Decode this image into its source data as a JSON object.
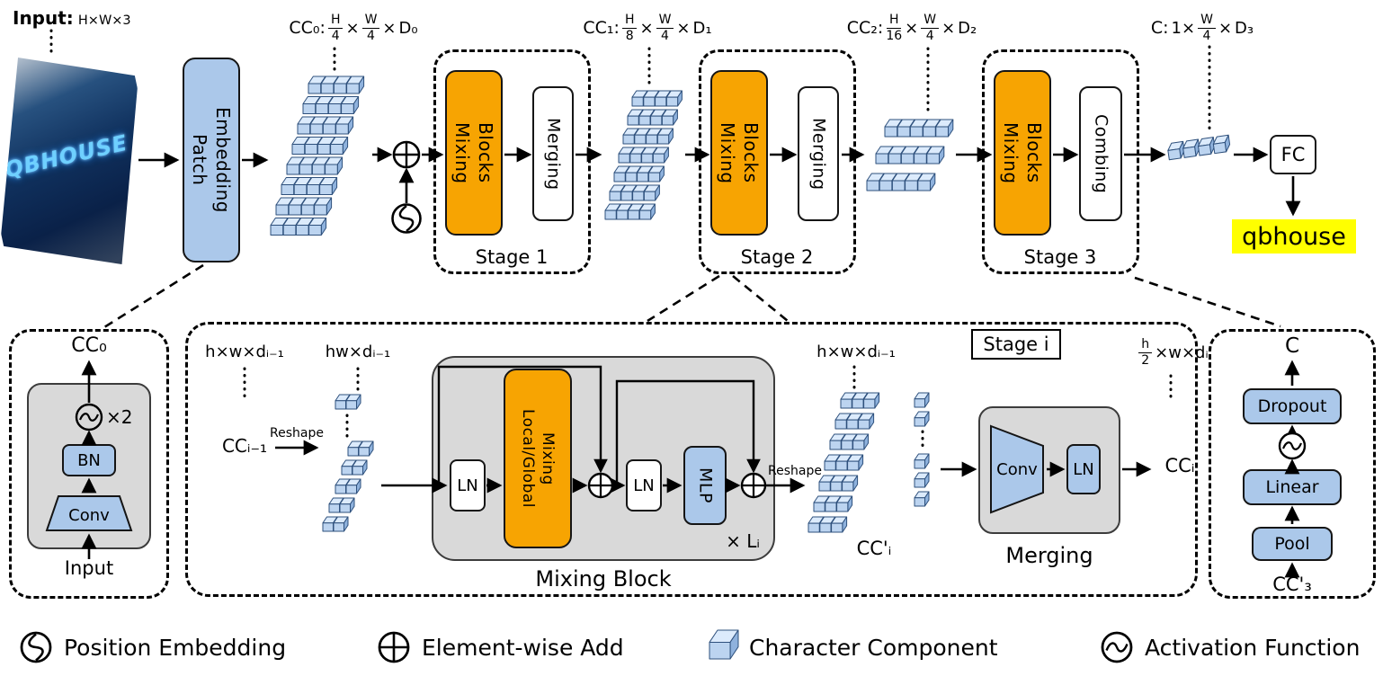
{
  "top": {
    "input_label": "Input:",
    "input_dims": "H×W×3",
    "photo_text": "QBHOUSE",
    "patch_embedding": "Patch\nEmbedding"
  },
  "dims": {
    "cc0": {
      "prefix": "CC₀:",
      "f1n": "H",
      "f1d": "4",
      "x1": "×",
      "f2n": "W",
      "f2d": "4",
      "x2": "×",
      "suffix": "D₀"
    },
    "cc1": {
      "prefix": "CC₁:",
      "f1n": "H",
      "f1d": "8",
      "x1": "×",
      "f2n": "W",
      "f2d": "4",
      "x2": "×",
      "suffix": "D₁"
    },
    "cc2": {
      "prefix": "CC₂:",
      "f1n": "H",
      "f1d": "16",
      "x1": "×",
      "f2n": "W",
      "f2d": "4",
      "x2": "×",
      "suffix": "D₂"
    },
    "c": {
      "prefix": "C:",
      "one": "1×",
      "f2n": "W",
      "f2d": "4",
      "x2": "×",
      "suffix": "D₃"
    }
  },
  "stages": [
    {
      "name": "Stage 1",
      "mixing": "Mixing\nBlocks",
      "second": "Merging"
    },
    {
      "name": "Stage 2",
      "mixing": "Mixing\nBlocks",
      "second": "Merging"
    },
    {
      "name": "Stage 3",
      "mixing": "Mixing\nBlocks",
      "second": "Combing"
    }
  ],
  "output": {
    "fc": "FC",
    "result": "qbhouse"
  },
  "patch_detail": {
    "out": "CC₀",
    "times": "×2",
    "bn": "BN",
    "conv": "Conv",
    "input": "Input"
  },
  "mixing_detail": {
    "stage_i": "Stage i",
    "in_dims": "h×w×dᵢ₋₁",
    "cc_in": "CCᵢ₋₁",
    "reshape_in": "Reshape",
    "flat_dims": "hw×dᵢ₋₁",
    "ln1": "LN",
    "local_global": "Local/Global\nMixing",
    "ln2": "LN",
    "mlp": "MLP",
    "times_l": "× Lᵢ",
    "reshape_out": "Reshape",
    "out_dims": "h×w×dᵢ₋₁",
    "cc_mid": "CC'ᵢ",
    "block_label": "Mixing Block",
    "conv": "Conv",
    "ln3": "LN",
    "merging_label": "Merging",
    "cc_out": "CCᵢ",
    "merge_num": "h",
    "merge_den": "2",
    "merge_suffix": "×w×dᵢ"
  },
  "combing_detail": {
    "out": "C",
    "dropout": "Dropout",
    "linear": "Linear",
    "pool": "Pool",
    "in": "CC'₃"
  },
  "legend": {
    "pos": "Position Embedding",
    "add": "Element-wise Add",
    "cc": "Character Component",
    "act": "Activation Function"
  }
}
